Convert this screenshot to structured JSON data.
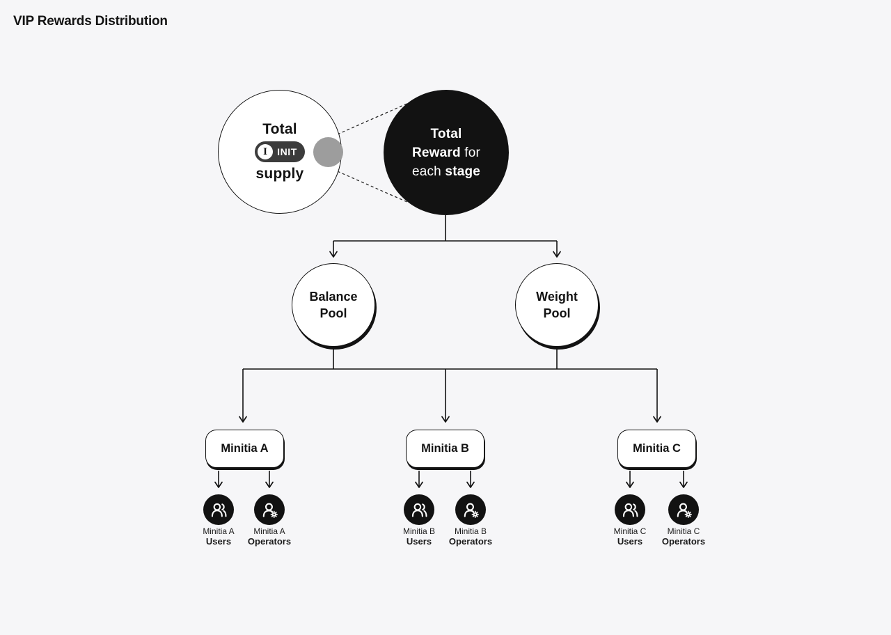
{
  "title": "VIP Rewards Distribution",
  "colors": {
    "background": "#f6f6f8",
    "ink": "#131313",
    "node_black": "#121212",
    "gray_dot": "#9d9d9d",
    "badge_bg": "#3c3c3c",
    "node_white": "#ffffff"
  },
  "supply_node": {
    "line1": "Total",
    "badge_symbol": "I",
    "badge_label": "INIT",
    "line2": "supply"
  },
  "reward_node": {
    "l1": "Total",
    "l2_bold": "Reward",
    "l2_reg": " for",
    "l3_reg": "each ",
    "l3_bold": "stage"
  },
  "pools": [
    {
      "l1": "Balance",
      "l2": "Pool"
    },
    {
      "l1": "Weight",
      "l2": "Pool"
    }
  ],
  "minitias": [
    {
      "name": "Minitia A",
      "users": {
        "l1": "Minitia A",
        "l2": "Users",
        "icon": "users-icon"
      },
      "operators": {
        "l1": "Minitia A",
        "l2": "Operators",
        "icon": "operator-icon"
      }
    },
    {
      "name": "Minitia B",
      "users": {
        "l1": "Minitia B",
        "l2": "Users",
        "icon": "users-icon"
      },
      "operators": {
        "l1": "Minitia B",
        "l2": "Operators",
        "icon": "operator-icon"
      }
    },
    {
      "name": "Minitia C",
      "users": {
        "l1": "Minitia C",
        "l2": "Users",
        "icon": "users-icon"
      },
      "operators": {
        "l1": "Minitia C",
        "l2": "Operators",
        "icon": "operator-icon"
      }
    }
  ]
}
